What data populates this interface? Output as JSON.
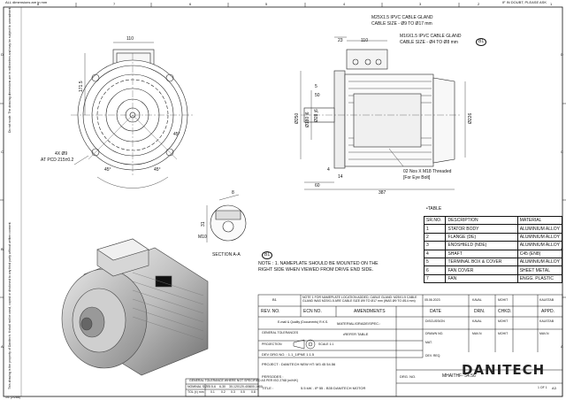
{
  "sheet": {
    "top_left_note": "ALL dimensions are in mm",
    "top_right_note": "IF IN DOUBT, PLEASE ASK",
    "col_numbers": [
      "8",
      "7",
      "6",
      "5",
      "4",
      "3",
      "2",
      "1"
    ],
    "row_letters": [
      "D",
      "C",
      "B",
      "A"
    ],
    "left_margin_note1": "Do not scale. The drawing dimensions are in millimetres and may be subject to amendment.",
    "left_margin_note2": "This drawing is the property of Danitech. It shall not be used, copied or disclosed to any third party without written consent.",
    "bottom_left_tag": "1/1 (2/288)"
  },
  "front_view": {
    "dim_110": "110",
    "dim_171_5": "171.5",
    "holes_note_1": "4X Ø9",
    "holes_note_2": "AT PCD 215±0.2",
    "angle_1": "45°",
    "angle_2": "45°",
    "angle_3": "45°"
  },
  "side_view": {
    "gland_1_line1": "M25X1.5 IPVC CABLE GLAND",
    "gland_1_line2": "CABLE SIZE - Ø9 TO Ø17 mm",
    "gland_2_line1": "M16X1.5 IPVC CABLE GLAND",
    "gland_2_line2": "CABLE SIZE - Ø4 TO Ø8 mm",
    "balloon": "B1",
    "dim_23": "23",
    "dim_110": "110",
    "dim_5": "5",
    "dim_50": "50",
    "dim_d250": "Ø250",
    "dim_d180": "Ø180 j6",
    "dim_d28": "Ø28 j6",
    "dim_d226": "Ø226",
    "eye_bolt_1": "02 Nos X M18 Threaded",
    "eye_bolt_2": "[For Eye Bolt]",
    "dim_4": "4",
    "dim_14": "14",
    "dim_60": "60",
    "dim_387": "387"
  },
  "section": {
    "dim_8": "8",
    "dim_31": "31",
    "thread": "M10",
    "label": "SECTION  A-A"
  },
  "note": {
    "balloon": "B1",
    "line1": "NOTE : 1. NAMEPLATE SHOULD BE MOUNTED ON THE",
    "line2": "RIGHT SIDE WHEN VIEWED FROM DRIVE END SIDE."
  },
  "material_table": {
    "title": "•TABLE",
    "header": [
      "SR.NO.",
      "DESCRIPTION",
      "MATERIAL"
    ],
    "rows": [
      [
        "1",
        "STATOR BODY",
        "ALUMINIUM ALLOY"
      ],
      [
        "2",
        "FLANGE (DE)",
        "ALUMINIUM ALLOY"
      ],
      [
        "3",
        "ENDSHIELD (NDE)",
        "ALUMINIUM ALLOY"
      ],
      [
        "4",
        "SHAFT",
        "C45 (EN8)"
      ],
      [
        "5",
        "TERMINAL BOX & COVER",
        "ALUMINIUM ALLOY"
      ],
      [
        "6",
        "FAN COVER",
        "SHEET METAL"
      ],
      [
        "7",
        "FAN",
        "ENGG. PLASTIC"
      ]
    ]
  },
  "title_block": {
    "rev_row": [
      "B1",
      "NOTE 1 FOR NAMEPLATE LOCATION ADDED, CABLE GLAND: M25X1.5 CABLE GLAND WAS M20X1.5 ARE CABLE SIZE Ø9 TO Ø17 mm (WAS Ø9 TO Ø14 mm)"
    ],
    "amend_date": "05.06.2023",
    "amend_names": [
      "KAVAL",
      "MOHIT",
      "KAUSTAB"
    ],
    "rev_headers": [
      "REV. NO.",
      "ECN NO.",
      "AMENDMENTS",
      "DATE",
      "DRN.",
      "CHKD.",
      "APPD."
    ],
    "email": "E-mail & Quality (Documents) R.K.S.",
    "general_tolerances": "GENERAL TOLERANCES",
    "material_spec": "MATERIAL/GRADE/SPEC.:",
    "refer_table": "•REFER TABLE",
    "projection": "PROJECTION",
    "scale": "SCALE 1:1",
    "sign_rows": [
      [
        "DISCUSSION",
        "KAVAL",
        "MOHIT",
        "KAUSTAB"
      ],
      [
        "DRAWN NO.",
        "MAV.N",
        "MOHIT",
        "MAV.N"
      ],
      [
        "MAT.",
        "",
        "",
        ""
      ],
      [
        "DEV. REQ.",
        "",
        "",
        ""
      ]
    ],
    "dev_drg_no": "DEV DRG NO. : 1.1_1IPNE 1.1.5",
    "project": "PROJECT  : DANITECH NEW HT: M3 45  54.56",
    "persodes": "PERSODES :",
    "drg_no_label": "DRG. NO.",
    "drg_no": "MHAITHF- 54.56",
    "title_label": "TITLE :",
    "title": "5.5 kW - IP 55 - B35 DANITECH MOTOR",
    "sheet_info": "1 OF 1",
    "size": "A3",
    "brand": "DANITECH"
  },
  "tolerance_table": {
    "title": "GENERAL TOLERANCE WHERE NOT SPECIFIED AS PER ISO 2768 (m/H/K)",
    "cols": [
      "0.5-6",
      "6-30",
      "30-120",
      "120-400",
      "400-1000"
    ],
    "row1_label": "NOMINAL SIZE",
    "row2_label": "TOL (±) mm",
    "vals": [
      "0.1",
      "0.2",
      "0.3",
      "0.5",
      "0.8"
    ]
  }
}
